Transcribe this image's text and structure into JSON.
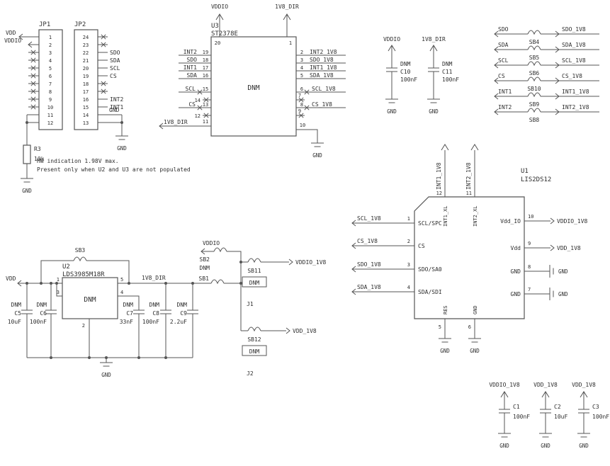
{
  "common": {
    "gnd": "GND"
  },
  "top_left": {
    "vdd": "VDD",
    "vddio": "VDDIO",
    "jp1": {
      "ref": "JP1",
      "pins": [
        "1",
        "2",
        "3",
        "4",
        "5",
        "6",
        "7",
        "8",
        "9",
        "10",
        "11",
        "12"
      ]
    },
    "jp2": {
      "ref": "JP2",
      "pins": [
        "24",
        "23",
        "22",
        "21",
        "20",
        "19",
        "18",
        "17",
        "16",
        "15",
        "14",
        "13"
      ],
      "nets": [
        "SDO",
        "SDA",
        "SCL",
        "CS",
        "INT2",
        "INT1",
        "GND"
      ]
    },
    "r3": {
      "ref": "R3",
      "value": "10k",
      "note1": "HW indication 1.98V max.",
      "note2": "Present only when U2 and U3 are not populated"
    }
  },
  "u3": {
    "ref": "U3",
    "part": "ST2378E",
    "fit": "DNM",
    "vcc_net": "VDDIO",
    "vl_net": "1V8_DIR",
    "oe_net": "1V8_DIR",
    "pin_vcc": "20",
    "pin_vl": "1",
    "pin_oe": "11",
    "pin_gnd": "10",
    "left": [
      {
        "net": "INT2",
        "pin": "19"
      },
      {
        "net": "SDO",
        "pin": "18"
      },
      {
        "net": "INT1",
        "pin": "17"
      },
      {
        "net": "SDA",
        "pin": "16"
      },
      {
        "net": "SCL",
        "pin": "15"
      },
      {
        "net": "CS",
        "pin": "13"
      }
    ],
    "left_nc": [
      {
        "pin": "14"
      },
      {
        "pin": "12"
      }
    ],
    "right": [
      {
        "pin": "2",
        "net": "INT2_1V8"
      },
      {
        "pin": "3",
        "net": "SDO_1V8"
      },
      {
        "pin": "4",
        "net": "INT1_1V8"
      },
      {
        "pin": "5",
        "net": "SDA_1V8"
      },
      {
        "pin": "6",
        "net": "SCL_1V8"
      },
      {
        "pin": "8",
        "net": "CS_1V8"
      }
    ],
    "right_nc": [
      {
        "pin": "7"
      },
      {
        "pin": "9"
      }
    ]
  },
  "decoupling_u3": [
    {
      "net": "VDDIO",
      "fit": "DNM",
      "ref": "C10",
      "value": "100nF"
    },
    {
      "net": "1V8_DIR",
      "fit": "DNM",
      "ref": "C11",
      "value": "100nF"
    }
  ],
  "bridges": [
    {
      "left": "SDO",
      "right": "SDO_1V8",
      "ref": "SB4"
    },
    {
      "left": "SDA",
      "right": "SDA_1V8",
      "ref": "SB5"
    },
    {
      "left": "SCL",
      "right": "SCL_1V8",
      "ref": "SB6"
    },
    {
      "left": "CS",
      "right": "CS_1V8",
      "ref": "SB10"
    },
    {
      "left": "INT1",
      "right": "INT1_1V8",
      "ref": "SB9"
    },
    {
      "left": "INT2",
      "right": "INT2_1V8",
      "ref": "SB8"
    }
  ],
  "u1": {
    "ref": "U1",
    "part": "LIS2DS12",
    "top": [
      {
        "net": "INT1_1V8",
        "pin": "12",
        "name": "INT1_XL"
      },
      {
        "net": "INT2_1V8",
        "pin": "11",
        "name": "INT2_XL"
      }
    ],
    "left": [
      {
        "net": "SCL_1V8",
        "pin": "1",
        "name": "SCL/SPC"
      },
      {
        "net": "CS_1V8",
        "pin": "2",
        "name": "CS"
      },
      {
        "net": "SDO_1V8",
        "pin": "3",
        "name": "SDO/SA0"
      },
      {
        "net": "SDA_1V8",
        "pin": "4",
        "name": "SDA/SDI"
      }
    ],
    "right": [
      {
        "pin": "10",
        "name": "Vdd_IO",
        "net": "VDDIO_1V8"
      },
      {
        "pin": "9",
        "name": "Vdd",
        "net": "VDD_1V8"
      },
      {
        "pin": "8",
        "name": "GND",
        "net": "GND"
      },
      {
        "pin": "7",
        "name": "GND",
        "net": "GND"
      }
    ],
    "bottom": [
      {
        "pin": "5",
        "name": "RES"
      },
      {
        "pin": "6",
        "name": "GND"
      }
    ]
  },
  "regulator": {
    "ref": "U2",
    "part": "LDS3985M18R",
    "fit": "DNM",
    "in_net": "VDD",
    "out_net": "1V8_DIR",
    "sb3": "SB3",
    "pin_in": "1",
    "pin_en": "3",
    "pin_out": "5",
    "pin_byp": "4",
    "pin_gnd": "2",
    "caps": [
      {
        "fit": "DNM",
        "ref": "C5",
        "value": "10uF"
      },
      {
        "fit": "DNM",
        "ref": "C6",
        "value": "100nF"
      },
      {
        "fit": "DNM",
        "ref": "C7",
        "value": "33nF"
      },
      {
        "fit": "DNM",
        "ref": "C8",
        "value": "100nF"
      },
      {
        "fit": "DNM",
        "ref": "C9",
        "value": "2.2uF"
      }
    ]
  },
  "jumpers": {
    "vddio": "VDDIO",
    "sb2": {
      "ref": "SB2",
      "fit": "DNM"
    },
    "sb1": {
      "ref": "SB1"
    },
    "j1": {
      "sb": "SB11",
      "fit": "DNM",
      "ref": "J1",
      "net": "VDDIO_1V8"
    },
    "j2": {
      "sb": "SB12",
      "fit": "DNM",
      "ref": "J2",
      "net": "VDD_1V8"
    }
  },
  "output_caps": [
    {
      "net": "VDDIO_1V8",
      "ref": "C1",
      "value": "100nF"
    },
    {
      "net": "VDD_1V8",
      "ref": "C2",
      "value": "10uF"
    },
    {
      "net": "VDD_1V8",
      "ref": "C3",
      "value": "100nF"
    }
  ]
}
